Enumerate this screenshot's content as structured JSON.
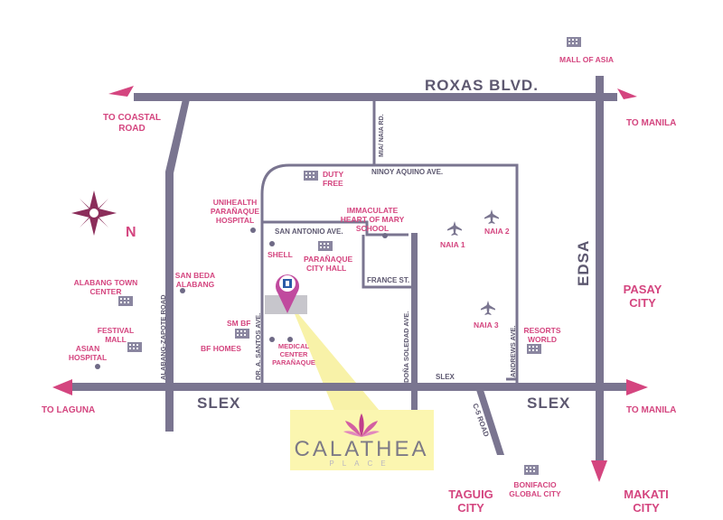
{
  "colors": {
    "road": "#7a7590",
    "label_pink": "#d4457f",
    "road_label": "#5d5870",
    "building": "#8a86a0",
    "highlight_box": "#fbf6b0",
    "highlight_beam": "#f8f2a8",
    "site_block": "#c7c6cc"
  },
  "roads": {
    "roxas": "ROXAS BLVD.",
    "slex_left": "SLEX",
    "slex_right": "SLEX",
    "slex_small": "SLEX",
    "edsa": "EDSA",
    "ninoy": "NINOY AQUINO AVE.",
    "san_antonio": "SAN ANTONIO AVE.",
    "france": "FRANCE ST.",
    "mia": "MIA/ NAIA RD.",
    "alabang": "ALABANG-ZAPOTE ROAD",
    "santos": "DR. A. SANTOS AVE.",
    "dona": "DOÑA SOLEDAD AVE.",
    "andrews": "ANDREWS AVE.",
    "c5": "C-5 ROAD"
  },
  "directions": {
    "coastal_1": "TO COASTAL",
    "coastal_2": "ROAD",
    "manila_top": "TO MANILA",
    "laguna": "TO LAGUNA",
    "manila_bottom": "TO MANILA"
  },
  "compass": {
    "letter": "N"
  },
  "landmarks": {
    "moa": "MALL OF ASIA",
    "duty_1": "DUTY",
    "duty_2": "FREE",
    "unihealth_1": "UNIHEALTH",
    "unihealth_2": "PARAÑAQUE",
    "unihealth_3": "HOSPITAL",
    "immaculate_1": "IMMACULATE",
    "immaculate_2": "HEART OF MARY",
    "immaculate_3": "SCHOOL",
    "shell": "SHELL",
    "cityhall_1": "PARAÑAQUE",
    "cityhall_2": "CITY HALL",
    "naia1": "NAIA 1",
    "naia2": "NAIA 2",
    "naia3": "NAIA 3",
    "sanbeda_1": "SAN BEDA",
    "sanbeda_2": "ALABANG",
    "atc_1": "ALABANG TOWN",
    "atc_2": "CENTER",
    "festival_1": "FESTIVAL",
    "festival_2": "MALL",
    "asian_1": "ASIAN",
    "asian_2": "HOSPITAL",
    "smbf": "SM BF",
    "bfhomes": "BF HOMES",
    "medical_1": "MEDICAL",
    "medical_2": "CENTER",
    "medical_3": "PARAÑAQUE",
    "resorts_1": "RESORTS",
    "resorts_2": "WORLD",
    "bgc_1": "BONIFACIO",
    "bgc_2": "GLOBAL CITY"
  },
  "cities": {
    "pasay_1": "PASAY",
    "pasay_2": "CITY",
    "taguig_1": "TAGUIG",
    "taguig_2": "CITY",
    "makati_1": "MAKATI",
    "makati_2": "CITY"
  },
  "logo": {
    "name": "CALATHEA",
    "sub": "PLACE"
  }
}
